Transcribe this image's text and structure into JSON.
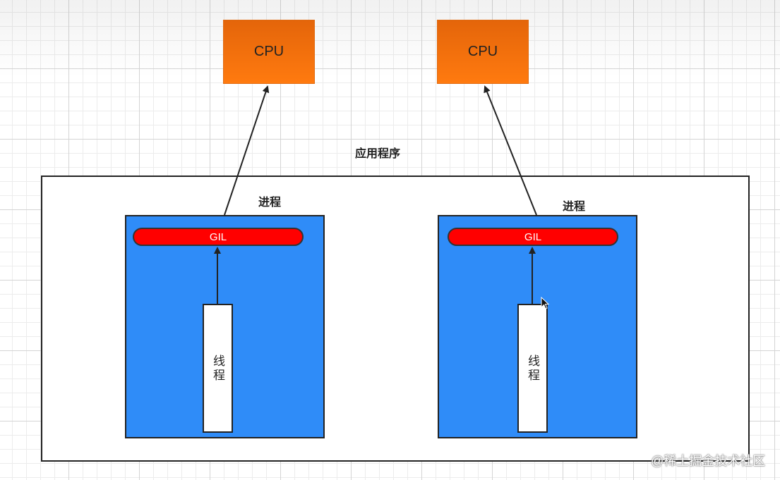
{
  "cpus": [
    {
      "label": "CPU"
    },
    {
      "label": "CPU"
    }
  ],
  "application_label": "应用程序",
  "processes": [
    {
      "label": "进程",
      "gil_label": "GIL",
      "thread_label": "线程"
    },
    {
      "label": "进程",
      "gil_label": "GIL",
      "thread_label": "线程"
    }
  ],
  "watermark": "@稀土掘金技术社区",
  "colors": {
    "cpu": "#ff7a0f",
    "process": "#2f8cf8",
    "gil": "#ff0000",
    "thread": "#ffffff",
    "stroke": "#222222"
  }
}
